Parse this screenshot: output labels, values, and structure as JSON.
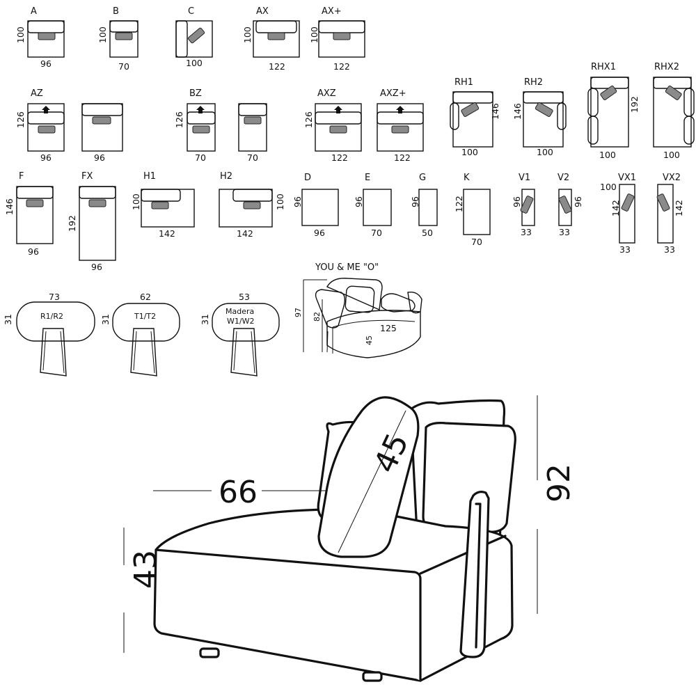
{
  "modules_row1": [
    {
      "code": "A",
      "depth": "100",
      "width": "96"
    },
    {
      "code": "B",
      "depth": "100",
      "width": "70"
    },
    {
      "code": "C",
      "depth": "",
      "width": "100"
    },
    {
      "code": "AX",
      "depth": "100",
      "width": "122"
    },
    {
      "code": "AX+",
      "depth": "100",
      "width": "122"
    }
  ],
  "modules_row2": [
    {
      "code": "AZ",
      "depth": "126",
      "width_a": "96",
      "width_b": "96"
    },
    {
      "code": "BZ",
      "depth": "126",
      "width_a": "70",
      "width_b": "70"
    },
    {
      "code": "AXZ",
      "depth": "126",
      "width": "122"
    },
    {
      "code": "AXZ+",
      "depth": "",
      "width": "122"
    },
    {
      "code": "RH1",
      "depth": "146",
      "width": "100"
    },
    {
      "code": "RH2",
      "depth": "146",
      "width": "100"
    },
    {
      "code": "RHX1",
      "depth": "192",
      "width": "100"
    },
    {
      "code": "RHX2",
      "depth": "",
      "width": "100"
    }
  ],
  "modules_row3": [
    {
      "code": "F",
      "depth": "146",
      "width": "96"
    },
    {
      "code": "FX",
      "depth": "192",
      "width": "96"
    },
    {
      "code": "H1",
      "depth": "100",
      "width": "142"
    },
    {
      "code": "H2",
      "depth": "100",
      "width": "142"
    },
    {
      "code": "D",
      "depth": "96",
      "width": "96"
    },
    {
      "code": "E",
      "depth": "96",
      "width": "70"
    },
    {
      "code": "G",
      "depth": "96",
      "width": "50"
    },
    {
      "code": "K",
      "depth": "122",
      "width": "70"
    },
    {
      "code": "V1",
      "depth": "96",
      "width": "33"
    },
    {
      "code": "V2",
      "depth": "96",
      "width": "33"
    },
    {
      "code": "VX1",
      "depth": "142",
      "width": "33",
      "extra": "100"
    },
    {
      "code": "VX2",
      "depth": "142",
      "width": "33"
    }
  ],
  "tables": [
    {
      "code": "R1/R2",
      "width": "73",
      "height": "31"
    },
    {
      "code": "T1/T2",
      "width": "62",
      "height": "31"
    },
    {
      "code": "Madera",
      "code2": "W1/W2",
      "width": "53",
      "height": "31"
    }
  ],
  "armchair": {
    "title": "YOU & ME \"O\"",
    "height_total": "97",
    "height_back": "82",
    "diameter": "125",
    "seat_height": "45"
  },
  "main_view": {
    "depth": "66",
    "cushion": "45",
    "height": "92",
    "seat_height": "43"
  }
}
